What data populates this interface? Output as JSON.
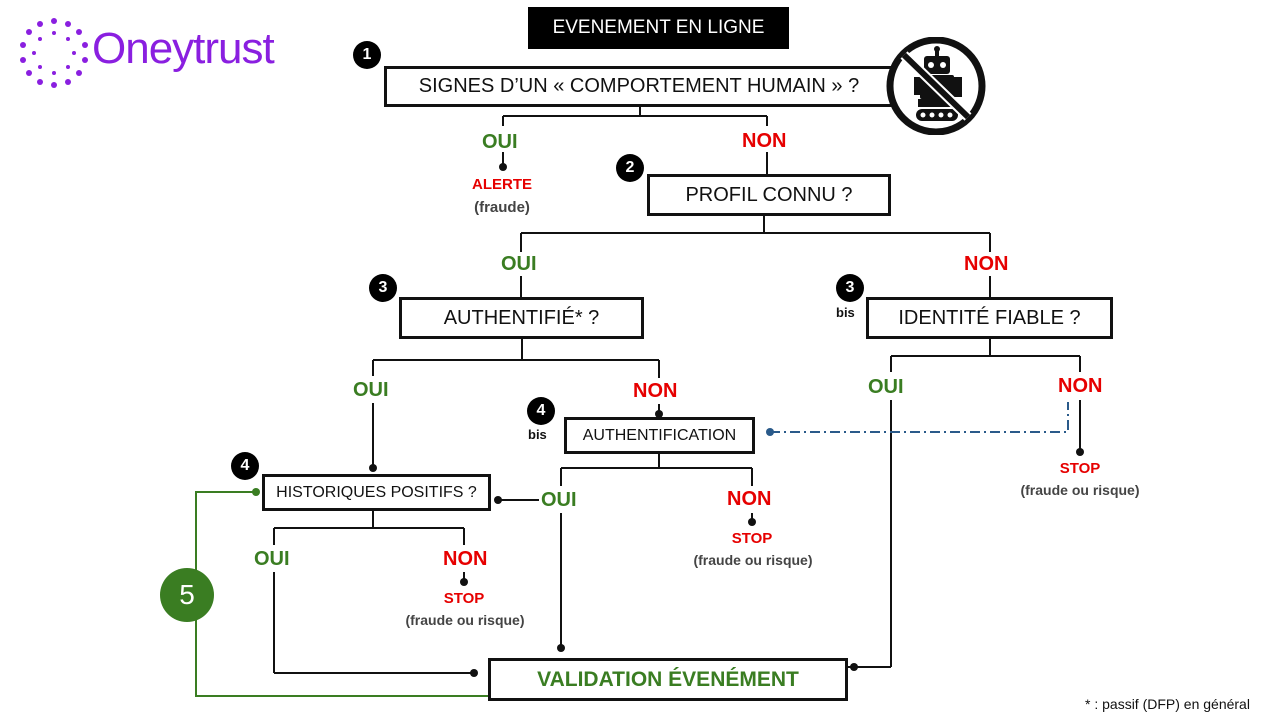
{
  "logo": {
    "text": "Oneytrust",
    "icon": "dotted-ring-logo",
    "color": "#8a1fe0"
  },
  "title": "EVENEMENT EN LIGNE",
  "colors": {
    "yes": "#3a7d22",
    "no": "#e60000",
    "dashdot": "#2a5a8a"
  },
  "nodes": {
    "n1": {
      "number": "1",
      "text": "SIGNES D’UN « COMPORTEMENT HUMAIN » ?"
    },
    "n2": {
      "number": "2",
      "text": "PROFIL CONNU ?"
    },
    "n3": {
      "number": "3",
      "text": "AUTHENTIFIÉ* ?"
    },
    "n3bis": {
      "number": "3",
      "bis": "bis",
      "text": "IDENTITÉ FIABLE ?"
    },
    "n4": {
      "number": "4",
      "text": "HISTORIQUES POSITIFS ?"
    },
    "n4bis": {
      "number": "4",
      "bis": "bis",
      "text": "AUTHENTIFICATION"
    },
    "validation": {
      "text": "VALIDATION ÉVENÉMENT"
    }
  },
  "branches": {
    "n1_yes": "OUI",
    "n1_no": "NON",
    "n2_yes": "OUI",
    "n2_no": "NON",
    "n3_yes": "OUI",
    "n3_no": "NON",
    "n3bis_yes": "OUI",
    "n3bis_no": "NON",
    "n4_yes": "OUI",
    "n4_no": "NON",
    "n4bis_yes": "OUI",
    "n4bis_no": "NON"
  },
  "outcomes": {
    "alerte": {
      "label": "ALERTE",
      "detail": "(fraude)"
    },
    "stop_n3bis": {
      "label": "STOP",
      "detail": "(fraude ou risque)"
    },
    "stop_n4bis": {
      "label": "STOP",
      "detail": "(fraude ou risque)"
    },
    "stop_n4": {
      "label": "STOP",
      "detail": "(fraude ou risque)"
    }
  },
  "loop": {
    "number": "5"
  },
  "robot_icon": "no-robot-icon",
  "footnote": "* : passif (DFP) en général"
}
